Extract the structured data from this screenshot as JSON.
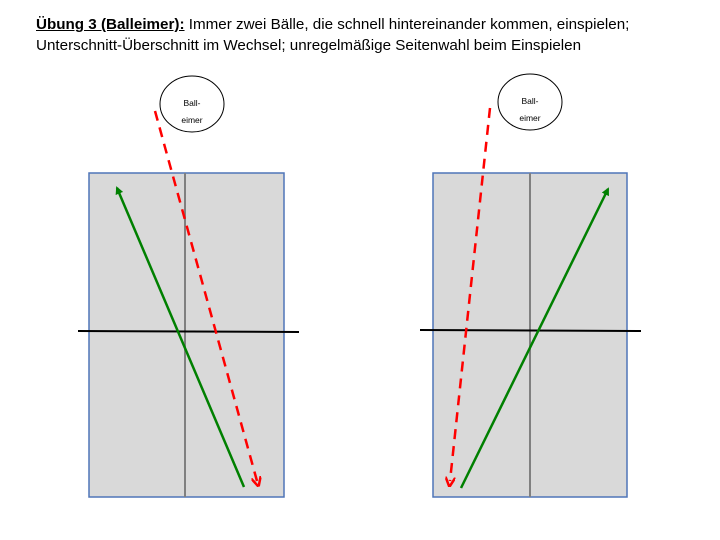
{
  "header": {
    "title": "Übung 3 (Balleimer):",
    "description": " Immer zwei Bälle, die schnell hintereinander kommen, einspielen; Unterschnitt-Überschnitt im Wechsel; unregelmäßige Seitenwahl beim Einspielen"
  },
  "diagrams": [
    {
      "ball_bucket": {
        "label_line1": "Ball-",
        "label_line2": "eimer"
      }
    },
    {
      "ball_bucket": {
        "label_line1": "Ball-",
        "label_line2": "eimer"
      }
    }
  ],
  "colors": {
    "table_fill": "#d9d9d9",
    "table_border": "#4f75b8",
    "center_line": "#808080",
    "net": "#000000",
    "return_path": "#008000",
    "feed_path": "#ff0000"
  }
}
